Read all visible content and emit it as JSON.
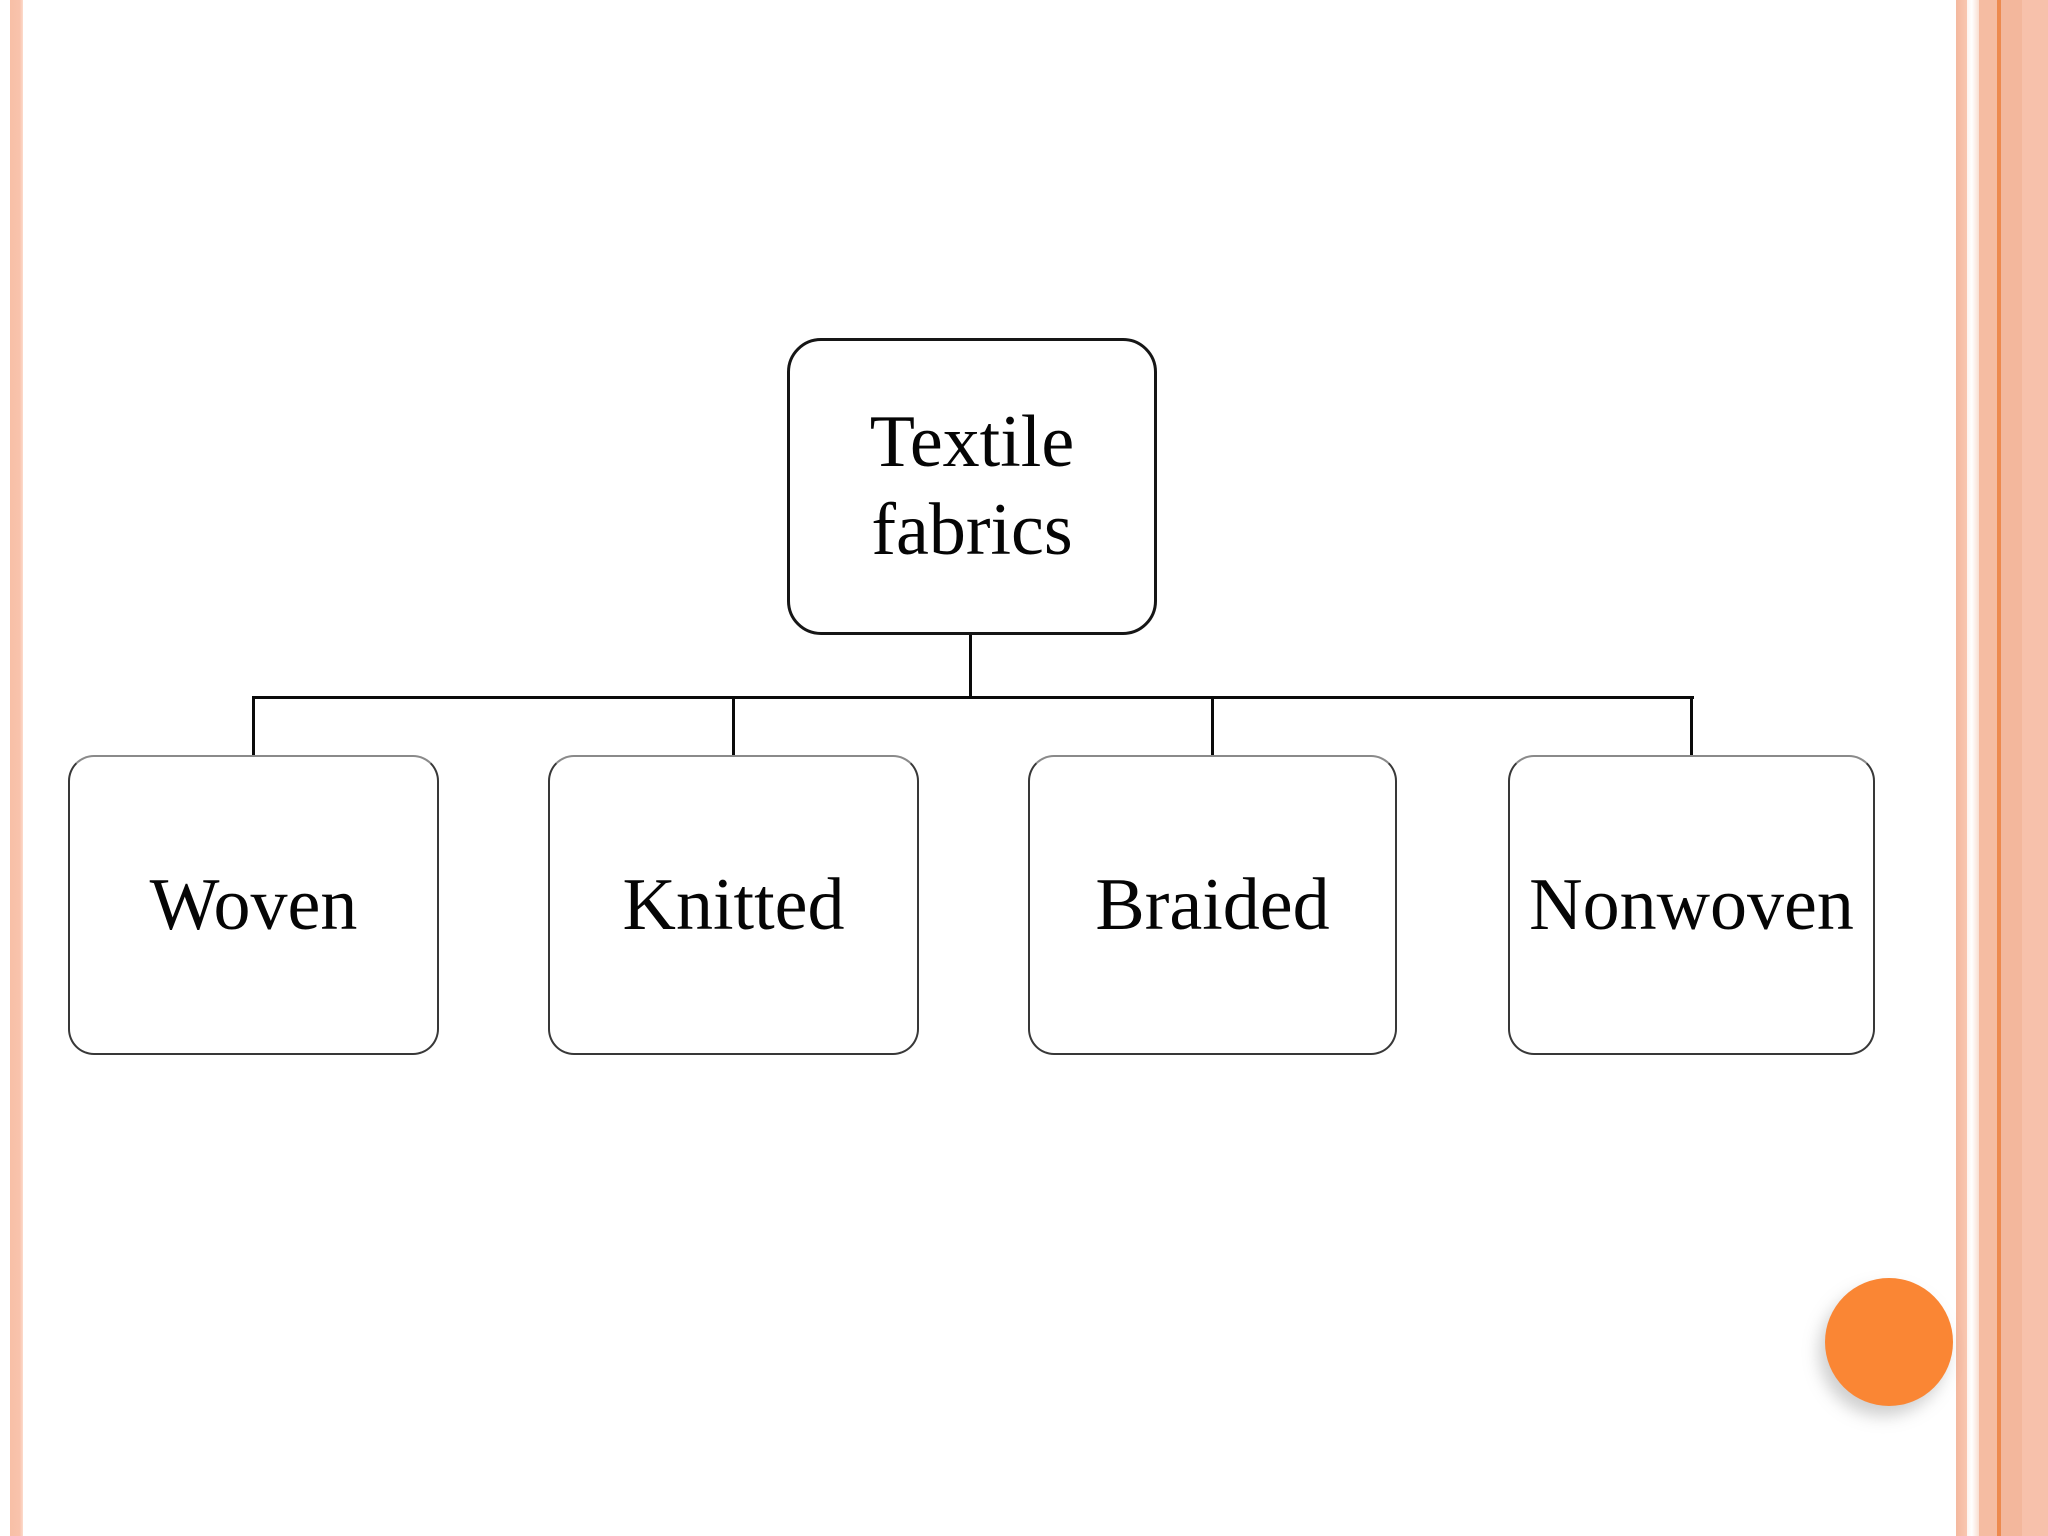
{
  "slide": {
    "background_color": "#ffffff",
    "border_stripe_color": "#f7c0a8",
    "border_accent_line_color": "#ed8a4f",
    "circle_color": "#fa8634",
    "node_text_color": "#050505"
  },
  "diagram": {
    "type": "tree",
    "root": {
      "label": "Textile fabrics"
    },
    "children": [
      {
        "label": "Woven"
      },
      {
        "label": "Knitted"
      },
      {
        "label": "Braided"
      },
      {
        "label": "Nonwoven"
      }
    ]
  }
}
